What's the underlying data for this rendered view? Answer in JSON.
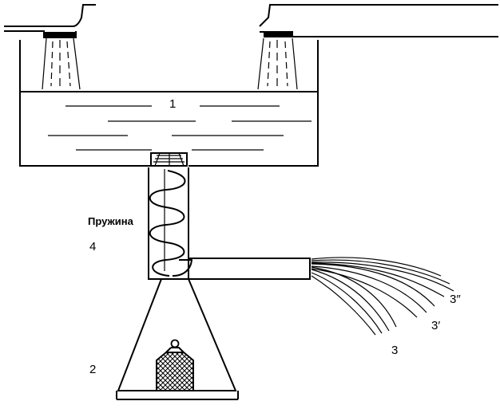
{
  "labels": {
    "tank": "1",
    "weight": "2",
    "spring_number": "4",
    "spring_word": "Пружина",
    "jet": "3",
    "jet_prime": "3′",
    "jet_double_prime": "3″"
  },
  "colors": {
    "ink": "#000000",
    "background": "#ffffff"
  }
}
